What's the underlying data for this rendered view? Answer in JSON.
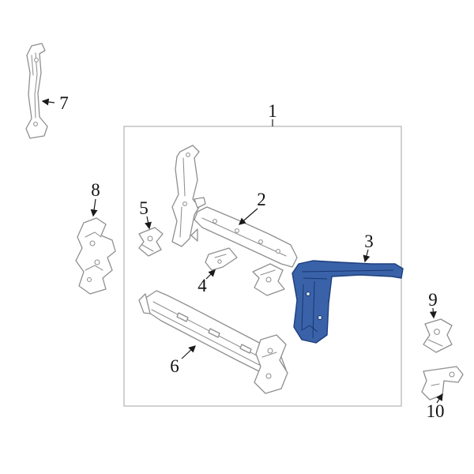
{
  "figure": {
    "type": "parts-diagram",
    "background": "#ffffff",
    "line_color": "#8f8f8f",
    "boundary_color": "#bdbdbd",
    "highlight_color": "#3a62a8",
    "highlight_stroke": "#1d3f7d",
    "callout_color": "#111111"
  },
  "callouts": {
    "c1": "1",
    "c2": "2",
    "c3": "3",
    "c4": "4",
    "c5": "5",
    "c6": "6",
    "c7": "7",
    "c8": "8",
    "c9": "9",
    "c10": "10"
  }
}
